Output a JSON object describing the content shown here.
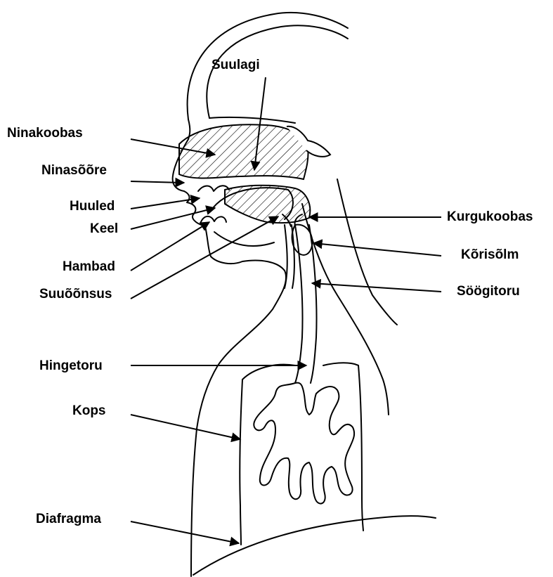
{
  "labels": {
    "suulagi": "Suulagi",
    "ninakoobas": "Ninakoobas",
    "ninasoore": "Ninasõõre",
    "huuled": "Huuled",
    "keel": "Keel",
    "hambad": "Hambad",
    "suuoonsus": "Suuõõnsus",
    "hingetoru": "Hingetoru",
    "kops": "Kops",
    "diafragma": "Diafragma",
    "kurgukoobas": "Kurgukoobas",
    "korisolm": "Kõrisõlm",
    "soogitoru": "Söögitoru"
  },
  "colors": {
    "ink": "#000000",
    "background": "#ffffff"
  }
}
